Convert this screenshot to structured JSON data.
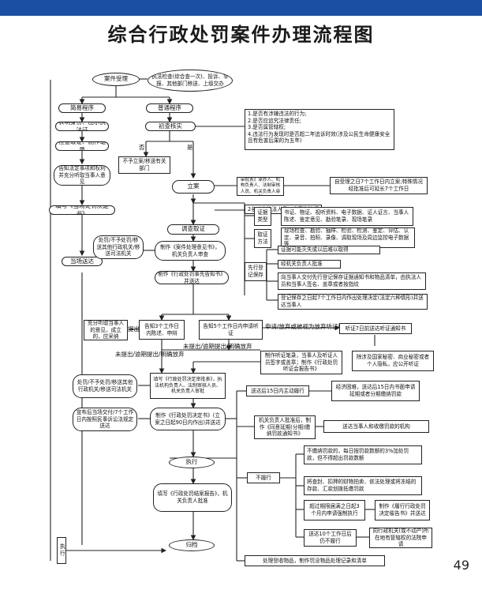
{
  "title": "综合行政处罚案件办理流程图",
  "page_number": "49",
  "nodes": {
    "case_accept": "案件受理",
    "sources": "执法检查(综合查一次)、投诉、举报、其他部门移送、上级交办",
    "simple": "简易程序",
    "show_id": "表明身份、出示执法证",
    "inspect_record": "检查取证、制作笔录",
    "inform_rights": "告知法定事项和权利并充分听取当事人意见",
    "fill_decision": "填写《当场处罚决定书》",
    "onsite_delivery": "当场送达",
    "normal": "普通程序",
    "verify": "初查核实",
    "criteria": "1.是否有涉嫌违法的行为;\n2.是否应追究法律责任;\n3.是否属管辖权;\n4.违法行为发现时是否超二年追诉时效(涉及公民生命健康安全且有危害后果的为五年)",
    "label_no": "否",
    "label_yes": "是",
    "no_file": "不予立案/移送有关部门",
    "file_case": "立案",
    "fill_approval": "填写《行政处罚立案审批表》承办人、机构负责人、法制审核人员、机关负责人审批",
    "seven_days": "自受理之日7个工作日内立案;特殊情况经批准后可延长7个工作日",
    "two_officers": "2名以上执法人员，出示执法证",
    "investigate": "调查取证",
    "evidence_type_label": "证据类型",
    "evidence_types": "书证、物证、视听资料、电子数据、证人证言、当事人陈述、鉴定意见、勘验笔录、现场笔录",
    "method_label": "取证方法",
    "methods": "现场检查、勘验、抽样、检验、检测、鉴定、评估、认定、录音、拍照、录像、调取现场及周边监控电子数据等",
    "save_label": "先行登记保存",
    "save1": "证据可能灭失或以后难以取得",
    "save2": "经机关负责人批准",
    "save3": "向当事人交付先行登记保存证据通知书和物品清单，由执法人员和当事人签名、盖章或者按指纹",
    "save4": "登记保存之日起7个工作日内作出处理决定(法定六种情形)并送达当事人",
    "no_penalty": "处罚/不予处罚/移送其他行政机关/移送司法机关",
    "case_report": "制作《案件处理意见书》，机关负责人审查",
    "prior_notice": "制作《行政处罚事先告知书》并送达",
    "listen": "充分听取当事人的意见，成立的，应采纳",
    "label_raise": "提出",
    "notify3": "告知3个工作日内陈述、申辩",
    "notify5": "告知5个工作日内申请听证",
    "apply_hearing": "申请/放弃或被视为放弃听证申请",
    "hearing7": "听证7日前送达听证通知书",
    "not_raised": "未提出/逾期提出/明确放弃",
    "not_raised2": "未提出/逾期提出/明确放弃",
    "hearing_record": "制作听证笔录，当事人及听证人员签字或盖章；制作《行政处罚听证会报告书》",
    "hearing_scope": "除涉及国家秘密、商业秘密或者个人隐私，应公开听证",
    "result_options": "处罚/不予处罚/移送其他行政机关/移送司法机关",
    "approval_form": "填写《行政处罚决定审批表》，执法机构负责人、法制审核人员、机关负责人审批",
    "decision_book": "制作《行政处罚决定书》(立案之日起90日内作出)并送达",
    "announce": "宣布后当场交付/7个工作日内按照民事诉讼法规定送达",
    "fifteen_days": "送达后15日内主动履行",
    "hardship": "经济困难，送达后15日内书面申请延期或者分期缴纳罚款",
    "approve_defer": "机关负责人批准后，制作《同意延期(分期)缴纳罚款通知书》",
    "deliver_party": "送达当事人和收缴罚款的机构",
    "execute": "执行",
    "not_perform": "不履行",
    "late_fee": "不缴纳罚款的，每日按罚款数额的3%加处罚款，但不得超出罚款数额",
    "auction": "将查封、扣押的财物拍卖、依法处理或将冻结的存款、汇款划拨抵缴罚款",
    "court_apply": "超过期限届满之日起3个月内申请强制执行",
    "urge": "制作《履行行政处罚决定催告书》并送达",
    "ten_days": "送达10个工作日后仍不履行",
    "court": "向行政机关(或不动产)所在地有管辖权的法院申请",
    "close_report": "填写《行政处罚结案报告》，机关负责人批准",
    "archive": "归档",
    "disposal": "处理登收物品，制作罚没物品处理记录和清单",
    "execute_v": "执行"
  }
}
